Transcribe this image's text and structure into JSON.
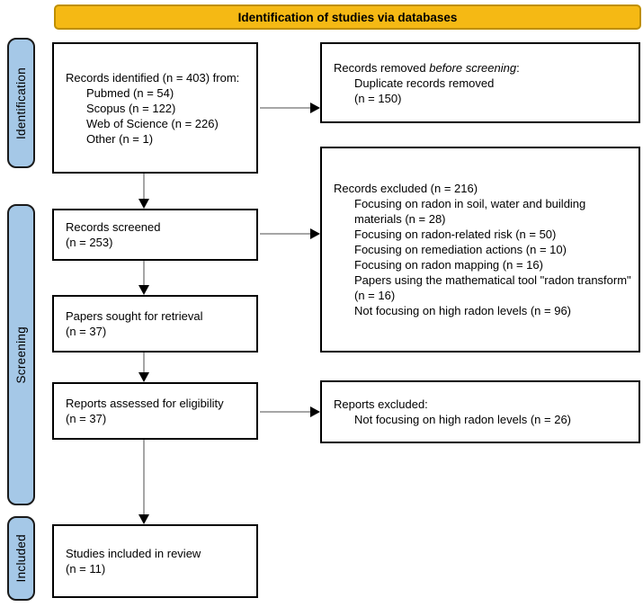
{
  "banner": {
    "label": "Identification of studies via databases"
  },
  "colors": {
    "banner_fill": "#F5B914",
    "banner_border": "#BF8F00",
    "ribbon_fill": "#A5C8E7",
    "ribbon_border": "#1a1a1a",
    "box_border": "#000000",
    "arrow_shaft": "#a6a6a6",
    "arrow_head": "#000000"
  },
  "ribbons": [
    {
      "label": "Identification"
    },
    {
      "label": "Screening"
    },
    {
      "label": "Included"
    }
  ],
  "boxes": {
    "identified": {
      "line1": "Records identified (n = 403) from:",
      "items": [
        "Pubmed (n = 54)",
        "Scopus (n = 122)",
        "Web of Science (n = 226)",
        "Other (n = 1)"
      ]
    },
    "removed": {
      "prefix": "Records removed ",
      "italic": "before screening",
      "suffix": ":",
      "items": [
        "Duplicate records removed",
        "(n = 150)"
      ]
    },
    "screened": {
      "line1": "Records screened",
      "line2": "(n = 253)"
    },
    "excluded": {
      "line1": "Records excluded (n = 216)",
      "items": [
        "Focusing on radon in soil, water and building materials (n = 28)",
        "Focusing on radon-related risk (n = 50)",
        "Focusing on remediation actions (n = 10)",
        "Focusing on radon mapping (n = 16)",
        "Papers using the mathematical tool \"radon transform\" (n = 16)",
        "Not focusing on high radon levels (n = 96)"
      ]
    },
    "sought": {
      "line1": "Papers sought for retrieval",
      "line2": "(n = 37)"
    },
    "assessed": {
      "line1": "Reports assessed for eligibility",
      "line2": "(n = 37)"
    },
    "reports_excluded": {
      "line1": "Reports excluded:",
      "items": [
        "Not focusing on high radon levels (n = 26)"
      ]
    },
    "included_review": {
      "line1": "Studies included in review",
      "line2": "(n = 11)"
    }
  }
}
